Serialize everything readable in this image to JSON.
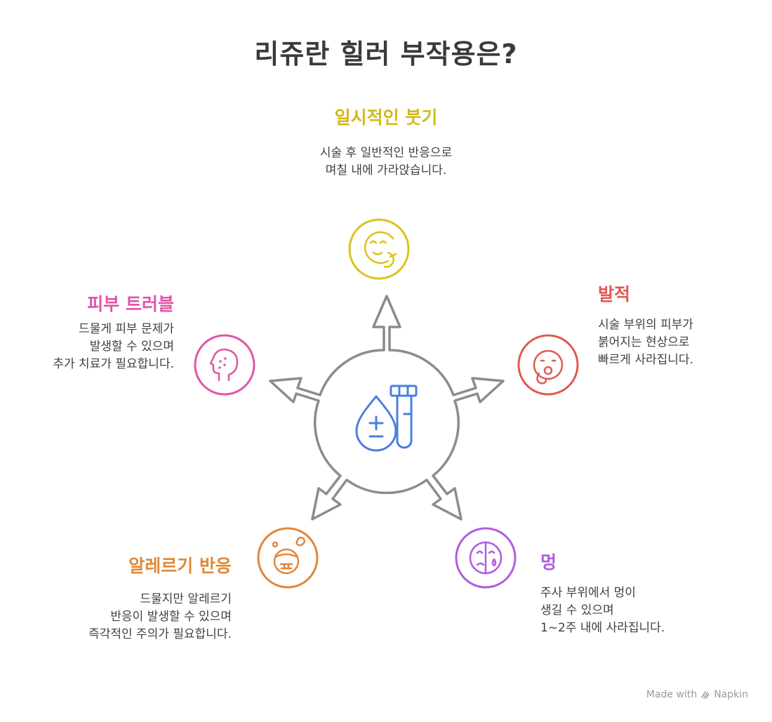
{
  "title": "리쥬란 힐러 부작용은?",
  "colors": {
    "ring": "#8c8c8c",
    "center_icon": "#4a7fe0",
    "swelling": "#dcc31d",
    "redness": "#e05a52",
    "bruise": "#b05ce0",
    "allergy": "#e0873a",
    "skin": "#e055a8"
  },
  "center": {
    "icon": "blood-drop-test-tube-icon"
  },
  "items": {
    "swelling": {
      "heading": "일시적인 붓기",
      "lines": [
        "시술 후 일반적인 반응으로",
        "며칠 내에 가라앉습니다."
      ],
      "icon": "swollen-face-icon"
    },
    "redness": {
      "heading": "발적",
      "lines": [
        "시술 부위의 피부가",
        "붉어지는 현상으로",
        "빠르게 사라집니다."
      ],
      "icon": "blushing-face-icon"
    },
    "bruise": {
      "heading": "멍",
      "lines": [
        "주사 부위에서 멍이",
        "생길 수 있으며",
        "1~2주 내에 사라집니다."
      ],
      "icon": "bruised-face-icon"
    },
    "allergy": {
      "heading": "알레르기 반응",
      "lines": [
        "드물지만 알레르기",
        "반응이 발생할 수 있으며",
        "즉각적인 주의가 필요합니다."
      ],
      "icon": "allergic-face-icon"
    },
    "skin": {
      "heading": "피부 트러블",
      "lines": [
        "드물게 피부 문제가",
        "발생할 수 있으며",
        "추가 치료가 필요합니다."
      ],
      "icon": "acne-face-profile-icon"
    }
  },
  "footer": {
    "made_with": "Made with",
    "brand": "Napkin"
  }
}
